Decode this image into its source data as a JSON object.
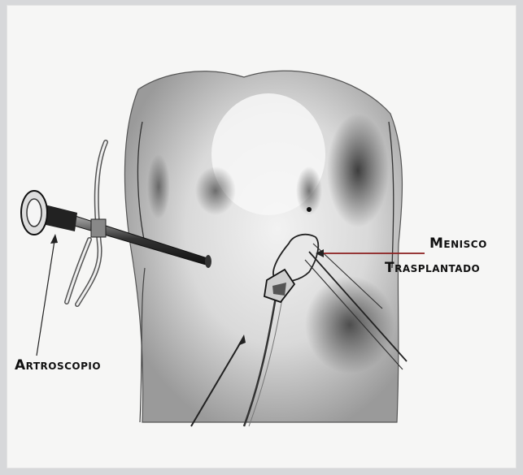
{
  "labels": {
    "artroscopio": "Artroscopio",
    "menisco_line1": "Menisco",
    "menisco_line2": "Trasplantado"
  },
  "colors": {
    "frame": "#d7d8da",
    "panel": "#f6f6f5",
    "ink": "#111111",
    "pointer_red": "#8b1e1e"
  },
  "icons": {
    "arthroscope": "arthroscope-drawing",
    "knee": "knee-illustration",
    "meniscus": "meniscus-graft-drawing"
  }
}
